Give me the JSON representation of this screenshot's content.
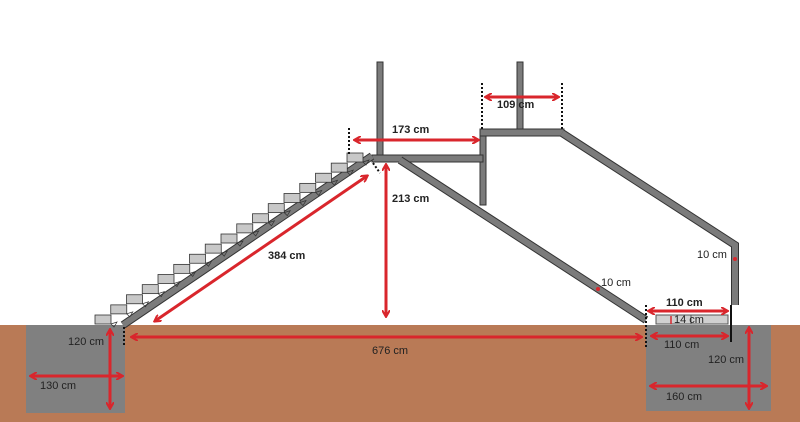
{
  "colors": {
    "ground": "#b97a56",
    "foundation": "#808080",
    "steel": "#7b7b7b",
    "arrow": "#d9262c",
    "step": "#c8c8c8"
  },
  "labels": {
    "platform_width": "173 cm",
    "upper_gap": "109 cm",
    "height": "213 cm",
    "stair_length": "384 cm",
    "beam_thickness_right": "10 cm",
    "beam_thickness_far": "10 cm",
    "right_top_width": "110 cm",
    "slab_thickness": "14 cm",
    "right_inner_width": "110 cm",
    "span": "676 cm",
    "left_depth": "120 cm",
    "left_width": "130 cm",
    "right_depth": "120 cm",
    "right_width": "160 cm"
  }
}
